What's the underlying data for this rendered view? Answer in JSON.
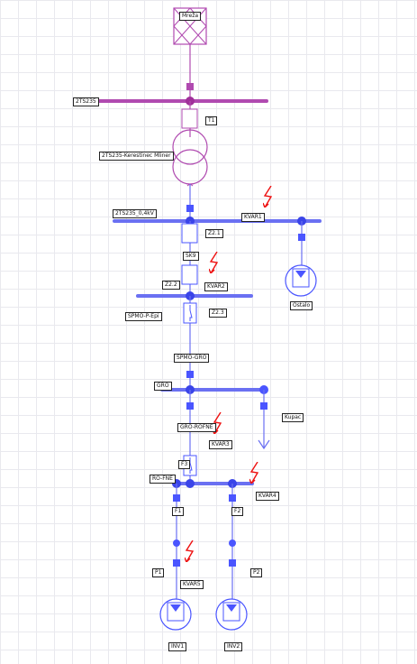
{
  "labels": {
    "mreza": "Mreža",
    "ts_bus": "2TS235",
    "t1": "T1",
    "transformer": "2TS235-Kerestinec Mliner",
    "lv_bus": "2TS235_0,4kV",
    "kvar1": "KVAR1",
    "z21": "Z2.1",
    "sk9": "SK9",
    "z22": "Z2.2",
    "kvar2": "KVAR2",
    "z23": "Z2.3",
    "spmo_p_epi": "SPMO-P-Epi",
    "ostalo": "Ostalo",
    "spmo_gro": "SPMO-GRO",
    "gro": "GRO",
    "kupac": "Kupac",
    "gro_rofne": "GRO-ROFNE",
    "kvar3": "KVAR3",
    "f3": "F3",
    "ro_fne": "RO-FNE",
    "kvar4": "KVAR4",
    "f1": "F1",
    "f2": "F2",
    "p1": "P1",
    "p2": "P2",
    "kvar5": "KVAR5",
    "inv1": "INV1",
    "inv2": "INV2"
  },
  "colors": {
    "network": "#b04ab0",
    "node": "#4a55ff",
    "bus": "#6a70f2",
    "bus_dark": "#3a44e8",
    "fault": "#ee1111",
    "grid": "#e9e9ee"
  },
  "icons": {
    "fault": "lightning-bolt-icon",
    "source": "grid-source-icon",
    "transformer": "transformer-icon",
    "pv": "pv-inverter-icon",
    "load": "load-arrow-icon"
  }
}
